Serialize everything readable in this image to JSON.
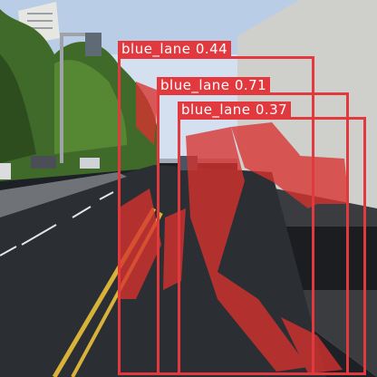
{
  "scene": {
    "description_icon": "road-camera-frame-icon",
    "colors": {
      "sky": "#b9cde6",
      "road": "#2b2e33",
      "trees": "#3f6a2a",
      "truck": "#cfcfcc",
      "lane_yellow": "#d9b23a",
      "mask_red": "#d8322f"
    }
  },
  "detections": [
    {
      "id": "det-1",
      "class_name": "blue_lane",
      "score": "0.44",
      "color": "#e2393f"
    },
    {
      "id": "det-2",
      "class_name": "blue_lane",
      "score": "0.71",
      "color": "#e2393f"
    },
    {
      "id": "det-3",
      "class_name": "blue_lane",
      "score": "0.37",
      "color": "#e2393f"
    }
  ]
}
